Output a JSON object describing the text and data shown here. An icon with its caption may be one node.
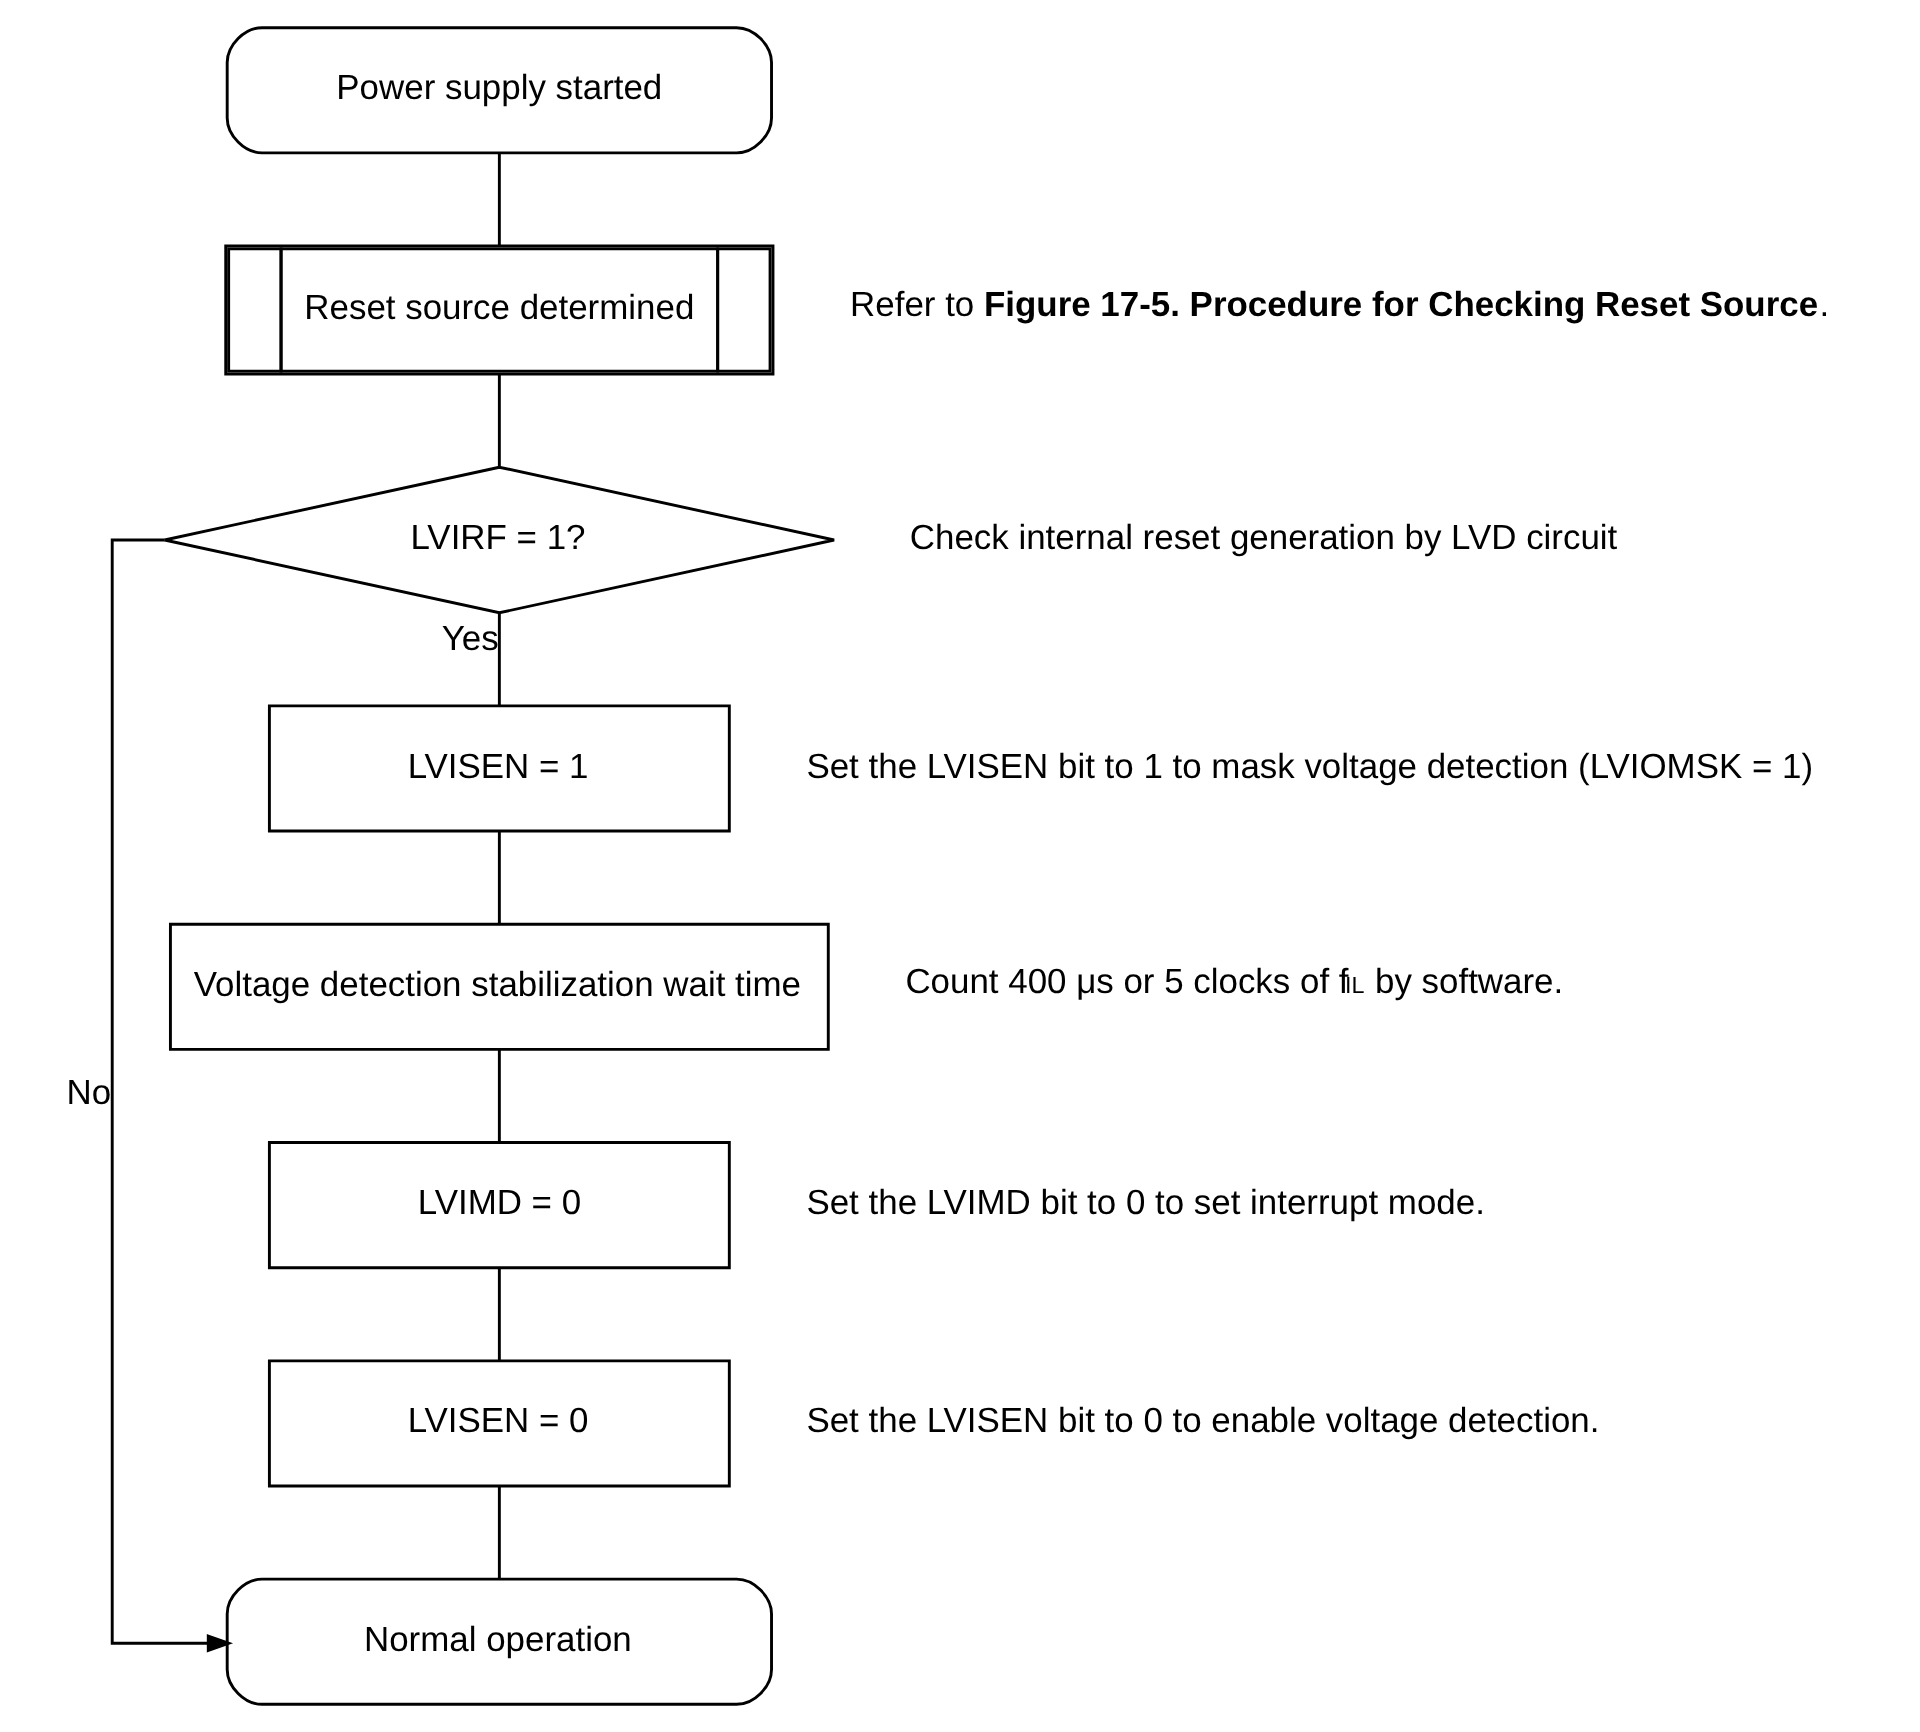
{
  "diagram": {
    "nodes": [
      {
        "text": [
          "Power supply started"
        ]
      },
      {
        "text": [
          "Reset source determined"
        ],
        "beside": [
          "Refer to **Figure 17-5. Procedure for Checking Reset Source**."
        ]
      },
      {
        "text": [
          "LVIRF = 1?"
        ],
        "beside": [
          "Check internal reset generation by LVD circuit"
        ]
      },
      {
        "text": [
          "LVISEN = 1"
        ],
        "beside": [
          "Set the LVISEN bit to 1 to mask voltage detection (LVIOMSK = 1)"
        ]
      },
      {
        "text": [
          "Voltage detection stabilization wait time"
        ],
        "beside": [
          "Count 400 μs or 5 clocks of f$_{IL}$ by software."
        ]
      },
      {
        "text": [
          "LVIMD = 0"
        ],
        "beside": [
          "Set the LVIMD bit to 0 to set interrupt mode."
        ]
      },
      {
        "text": [
          "LVISEN = 0"
        ],
        "beside": [
          "Set the LVISEN bit to 0 to enable voltage detection."
        ]
      },
      {
        "text": [
          "Normal operation"
        ]
      }
    ],
    "edges": [
      {
        "from": 0,
        "to": 1,
        "arrow": "none"
      },
      {
        "from": 1,
        "to": 2,
        "arrow": "none"
      },
      {
        "from": 2,
        "to": 3,
        "arrow": "none",
        "label": "Yes"
      },
      {
        "from": 3,
        "to": 4,
        "arrow": "none"
      },
      {
        "from": 4,
        "to": 5,
        "arrow": "none"
      },
      {
        "from": 5,
        "to": 6,
        "arrow": "none"
      },
      {
        "from": 6,
        "to": 7,
        "arrow": "none"
      },
      {
        "from": 2,
        "to": 7,
        "arrow": "to",
        "label": "No"
      }
    ]
  }
}
